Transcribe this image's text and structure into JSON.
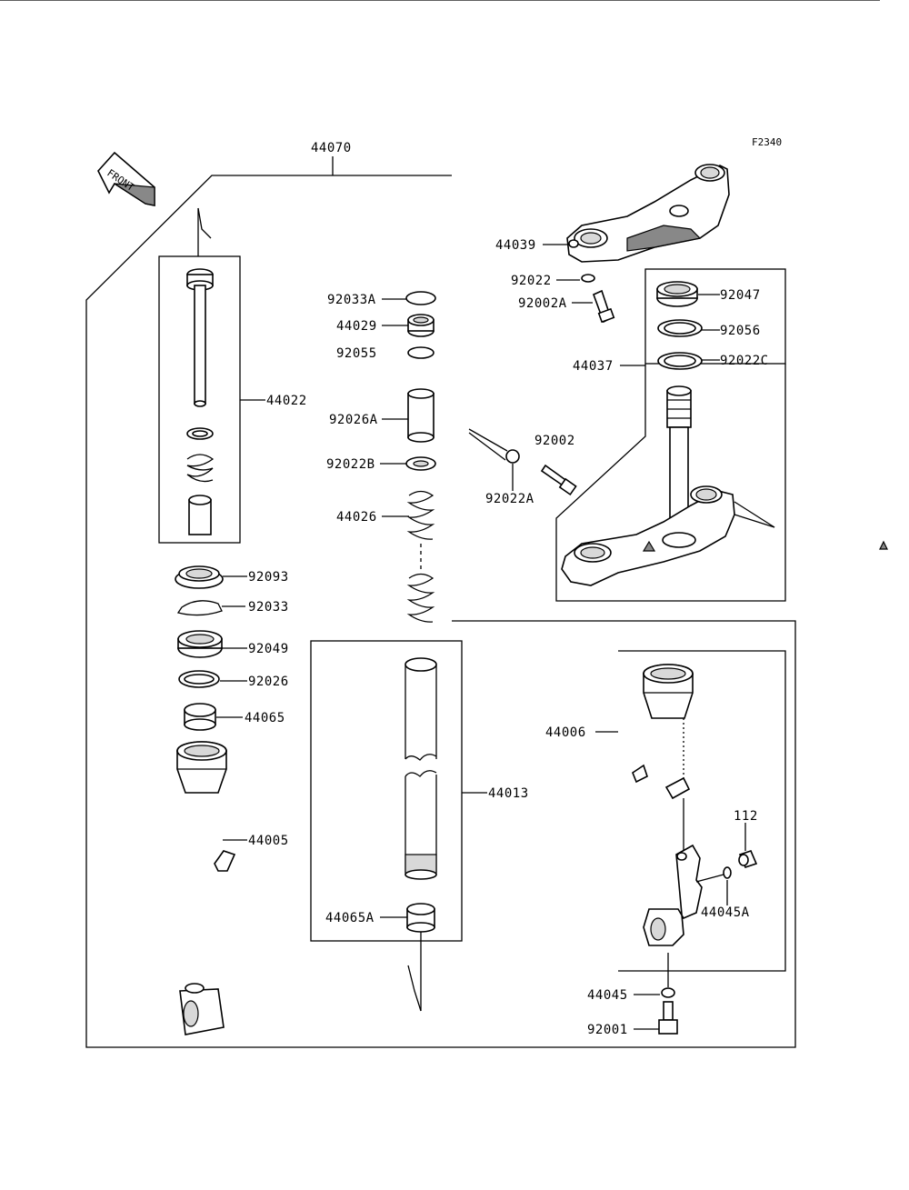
{
  "figure_code": "F2340",
  "front_label": "FRONT",
  "parts": {
    "p44070": "44070",
    "p44039": "44039",
    "p92022": "92022",
    "p92002A": "92002A",
    "p92047": "92047",
    "p92056": "92056",
    "p92022C": "92022C",
    "p44037": "44037",
    "p92033A": "92033A",
    "p44029": "44029",
    "p92055": "92055",
    "p44022": "44022",
    "p92026A": "92026A",
    "p92002": "92002",
    "p92022B": "92022B",
    "p92022A": "92022A",
    "p44026": "44026",
    "p92093": "92093",
    "p92033": "92033",
    "p92049": "92049",
    "p92026": "92026",
    "p44065": "44065",
    "p44006": "44006",
    "p44013": "44013",
    "p112": "112",
    "p44005": "44005",
    "p44045A": "44045A",
    "p44065A": "44065A",
    "p44045": "44045",
    "p92001": "92001"
  },
  "colors": {
    "ink": "#000000",
    "paper": "#ffffff",
    "shade": "#d8d8d8"
  }
}
